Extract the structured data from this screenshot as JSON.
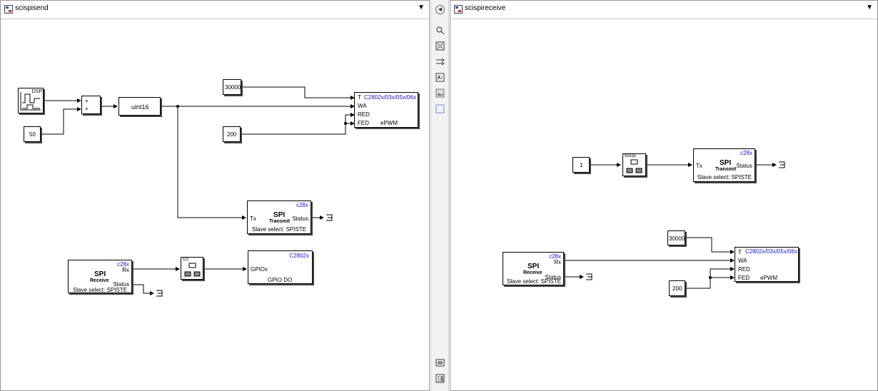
{
  "left": {
    "title": "scispisend",
    "blocks": {
      "signal": "DSP",
      "sum_plus1": "+",
      "sum_plus2": "+",
      "const50": "50",
      "convert": "uint16",
      "const30000": "30000",
      "const200": "200",
      "epwm": {
        "target": "C2802x/03x/05x/06x",
        "in_t": "T",
        "in_wa": "WA",
        "in_red": "RED",
        "in_fed": "FED",
        "name": "ePWM"
      },
      "spi_tx": {
        "target": "c28x",
        "in": "Tx",
        "title": "SPI",
        "sub": "Transmit",
        "out": "Status",
        "footer": "Slave select: SPISTE"
      },
      "spi_rx": {
        "target": "c28x",
        "title": "SPI",
        "sub": "Receive",
        "out_rx": "Rx",
        "out_status": "Status",
        "footer": "Slave select: SPISTE"
      },
      "delay": "1/z",
      "gpio": {
        "target": "C2802x",
        "in": "GPIOx",
        "name": "GPIO DO"
      }
    }
  },
  "right": {
    "title": "scispireceive",
    "blocks": {
      "const1": "1",
      "noop": "NoOp",
      "spi_tx": {
        "target": "c28x",
        "in": "Tx",
        "title": "SPI",
        "sub": "Transmit",
        "out": "Status",
        "footer": "Slave select: SPISTE"
      },
      "spi_rx": {
        "target": "c28x",
        "title": "SPI",
        "sub": "Receive",
        "out_rx": "Rx",
        "out_status": "Status",
        "footer": "Slave select: SPISTE"
      },
      "const30000": "30000",
      "const200": "200",
      "epwm": {
        "target": "C2802x/03x/05x/06x",
        "in_t": "T",
        "in_wa": "WA",
        "in_red": "RED",
        "in_fed": "FED",
        "name": "ePWM"
      }
    }
  },
  "toolbar": {
    "icons": [
      "hide-explorer-icon",
      "zoom-icon",
      "fit-view-icon",
      "route-lines-icon",
      "annotation-icon",
      "image-icon",
      "area-icon",
      "model-browser-icon",
      "property-inspector-icon"
    ]
  },
  "colors": {
    "target_label": "#1515c8",
    "line": "#000000",
    "toolbar_bg": "#f2f2f2"
  }
}
